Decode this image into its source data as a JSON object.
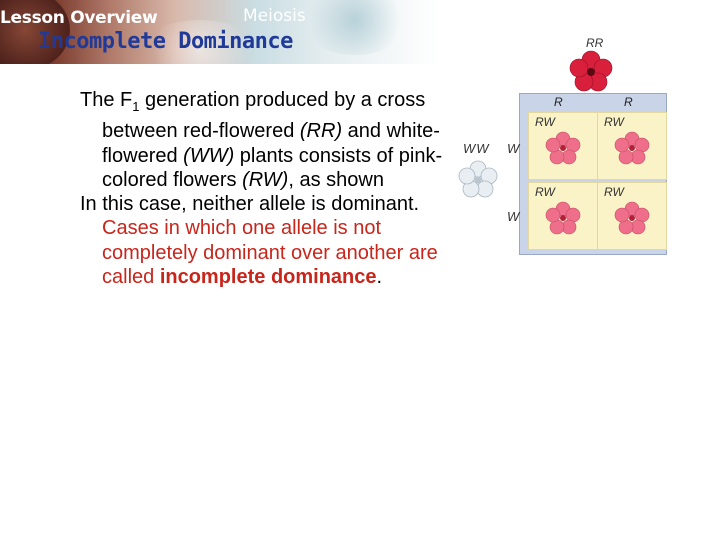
{
  "header": {
    "lesson_label": "Lesson Overview",
    "chapter": "Meiosis",
    "title": "Incomplete Dominance"
  },
  "body": {
    "para1_before_sub": "The F",
    "para1_sub": "1",
    "para1_after_sub": " generation produced by a cross between red-flowered ",
    "para1_rr": "(RR)",
    "para1_mid": " and white-flowered ",
    "para1_ww": "(WW)",
    "para1_mid2": " plants consists of pink-colored flowers ",
    "para1_rw": "(RW)",
    "para1_end": ", as shown",
    "para2_plain": "In this case, neither allele is dominant. ",
    "para2_red": "Cases in which one allele is not completely dominant over another are called ",
    "para2_bold": "incomplete dominance",
    "para2_end": "."
  },
  "diagram": {
    "parent_top_label": "RR",
    "parent_side_label": "WW",
    "col_alleles": [
      "R",
      "R"
    ],
    "row_alleles": [
      "W",
      "W"
    ],
    "cells": [
      "RW",
      "RW",
      "RW",
      "RW"
    ],
    "colors": {
      "red_flower": "#d81f3c",
      "pink_flower": "#ef6f8a",
      "white_flower": "#e9eef3",
      "cell_bg": "#faf3c7",
      "grid_bg": "#c9d4e8"
    }
  }
}
